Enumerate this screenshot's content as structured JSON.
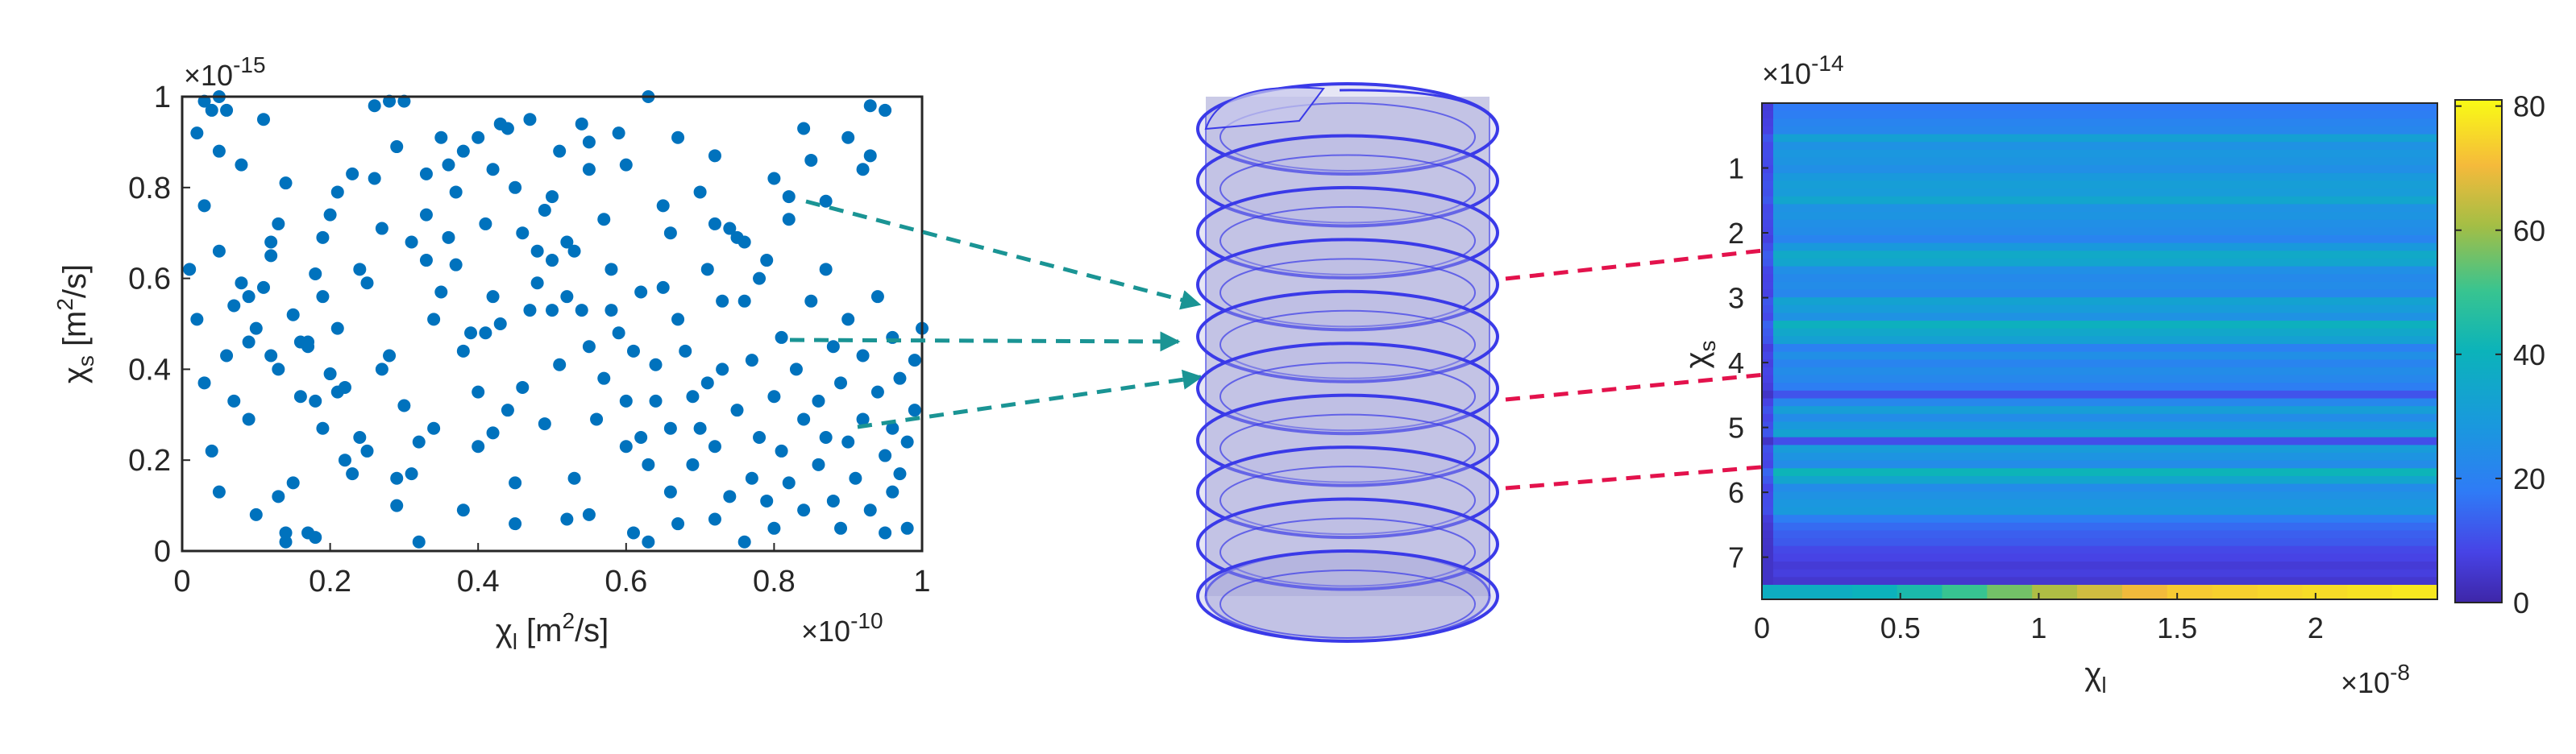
{
  "chart_data": [
    {
      "type": "scatter",
      "xlabel_symbol": "χ",
      "xlabel_sub": "l",
      "xlabel_unit_pre": " [m",
      "xlabel_unit_sup": "2",
      "xlabel_unit_post": "/s]",
      "ylabel_symbol": "χ",
      "ylabel_sub": "s",
      "ylabel_unit_pre": " [m",
      "ylabel_unit_sup": "2",
      "ylabel_unit_post": "/s]",
      "x_exponent_base": "×10",
      "x_exponent_power": "-10",
      "y_exponent_base": "×10",
      "y_exponent_power": "-15",
      "xlim": [
        0,
        1
      ],
      "ylim": [
        0,
        1
      ],
      "x_ticks": [
        "0",
        "0.2",
        "0.4",
        "0.6",
        "0.8",
        "1"
      ],
      "y_ticks": [
        "0",
        "0.2",
        "0.4",
        "0.6",
        "0.8",
        "1"
      ],
      "point_color": "#0072BD",
      "points": [
        [
          0.03,
          0.99
        ],
        [
          0.05,
          1.0
        ],
        [
          0.06,
          0.97
        ],
        [
          0.04,
          0.97
        ],
        [
          0.11,
          0.95
        ],
        [
          0.02,
          0.92
        ],
        [
          0.05,
          0.88
        ],
        [
          0.08,
          0.85
        ],
        [
          0.03,
          0.76
        ],
        [
          0.01,
          0.62
        ],
        [
          0.05,
          0.66
        ],
        [
          0.08,
          0.59
        ],
        [
          0.09,
          0.56
        ],
        [
          0.07,
          0.54
        ],
        [
          0.1,
          0.49
        ],
        [
          0.09,
          0.46
        ],
        [
          0.12,
          0.65
        ],
        [
          0.13,
          0.72
        ],
        [
          0.14,
          0.81
        ],
        [
          0.12,
          0.68
        ],
        [
          0.13,
          0.4
        ],
        [
          0.12,
          0.43
        ],
        [
          0.16,
          0.46
        ],
        [
          0.17,
          0.46
        ],
        [
          0.17,
          0.45
        ],
        [
          0.16,
          0.34
        ],
        [
          0.18,
          0.61
        ],
        [
          0.19,
          0.69
        ],
        [
          0.2,
          0.74
        ],
        [
          0.21,
          0.79
        ],
        [
          0.23,
          0.83
        ],
        [
          0.26,
          0.82
        ],
        [
          0.26,
          0.98
        ],
        [
          0.28,
          0.99
        ],
        [
          0.3,
          0.99
        ],
        [
          0.29,
          0.89
        ],
        [
          0.33,
          0.83
        ],
        [
          0.35,
          0.91
        ],
        [
          0.36,
          0.85
        ],
        [
          0.38,
          0.88
        ],
        [
          0.4,
          0.91
        ],
        [
          0.43,
          0.94
        ],
        [
          0.44,
          0.93
        ],
        [
          0.47,
          0.95
        ],
        [
          0.42,
          0.84
        ],
        [
          0.45,
          0.8
        ],
        [
          0.5,
          0.78
        ],
        [
          0.51,
          0.88
        ],
        [
          0.54,
          0.94
        ],
        [
          0.55,
          0.9
        ],
        [
          0.55,
          0.84
        ],
        [
          0.59,
          0.92
        ],
        [
          0.63,
          1.0
        ],
        [
          0.6,
          0.85
        ],
        [
          0.65,
          0.76
        ],
        [
          0.66,
          0.7
        ],
        [
          0.67,
          0.91
        ],
        [
          0.72,
          0.87
        ],
        [
          0.7,
          0.79
        ],
        [
          0.72,
          0.72
        ],
        [
          0.74,
          0.71
        ],
        [
          0.76,
          0.68
        ],
        [
          0.8,
          0.82
        ],
        [
          0.82,
          0.78
        ],
        [
          0.84,
          0.93
        ],
        [
          0.85,
          0.86
        ],
        [
          0.87,
          0.77
        ],
        [
          0.9,
          0.91
        ],
        [
          0.93,
          0.87
        ],
        [
          0.93,
          0.98
        ],
        [
          0.95,
          0.97
        ],
        [
          0.92,
          0.84
        ],
        [
          0.03,
          0.37
        ],
        [
          0.04,
          0.22
        ],
        [
          0.05,
          0.13
        ],
        [
          0.07,
          0.33
        ],
        [
          0.09,
          0.29
        ],
        [
          0.1,
          0.08
        ],
        [
          0.13,
          0.12
        ],
        [
          0.14,
          0.04
        ],
        [
          0.14,
          0.02
        ],
        [
          0.15,
          0.15
        ],
        [
          0.17,
          0.04
        ],
        [
          0.18,
          0.03
        ],
        [
          0.18,
          0.33
        ],
        [
          0.19,
          0.27
        ],
        [
          0.2,
          0.39
        ],
        [
          0.21,
          0.35
        ],
        [
          0.21,
          0.49
        ],
        [
          0.22,
          0.2
        ],
        [
          0.22,
          0.36
        ],
        [
          0.23,
          0.17
        ],
        [
          0.24,
          0.25
        ],
        [
          0.25,
          0.22
        ],
        [
          0.25,
          0.59
        ],
        [
          0.27,
          0.4
        ],
        [
          0.28,
          0.43
        ],
        [
          0.29,
          0.1
        ],
        [
          0.29,
          0.16
        ],
        [
          0.3,
          0.32
        ],
        [
          0.31,
          0.17
        ],
        [
          0.32,
          0.02
        ],
        [
          0.32,
          0.24
        ],
        [
          0.33,
          0.64
        ],
        [
          0.34,
          0.27
        ],
        [
          0.34,
          0.51
        ],
        [
          0.35,
          0.57
        ],
        [
          0.36,
          0.69
        ],
        [
          0.37,
          0.63
        ],
        [
          0.38,
          0.09
        ],
        [
          0.38,
          0.44
        ],
        [
          0.39,
          0.48
        ],
        [
          0.4,
          0.35
        ],
        [
          0.4,
          0.23
        ],
        [
          0.41,
          0.48
        ],
        [
          0.42,
          0.26
        ],
        [
          0.42,
          0.56
        ],
        [
          0.43,
          0.5
        ],
        [
          0.44,
          0.31
        ],
        [
          0.45,
          0.06
        ],
        [
          0.45,
          0.15
        ],
        [
          0.46,
          0.36
        ],
        [
          0.47,
          0.53
        ],
        [
          0.48,
          0.66
        ],
        [
          0.48,
          0.59
        ],
        [
          0.49,
          0.28
        ],
        [
          0.5,
          0.53
        ],
        [
          0.5,
          0.64
        ],
        [
          0.51,
          0.41
        ],
        [
          0.52,
          0.07
        ],
        [
          0.52,
          0.56
        ],
        [
          0.53,
          0.66
        ],
        [
          0.53,
          0.16
        ],
        [
          0.54,
          0.53
        ],
        [
          0.55,
          0.45
        ],
        [
          0.55,
          0.08
        ],
        [
          0.56,
          0.29
        ],
        [
          0.57,
          0.38
        ],
        [
          0.57,
          0.73
        ],
        [
          0.58,
          0.62
        ],
        [
          0.58,
          0.53
        ],
        [
          0.59,
          0.48
        ],
        [
          0.6,
          0.33
        ],
        [
          0.6,
          0.23
        ],
        [
          0.61,
          0.04
        ],
        [
          0.61,
          0.44
        ],
        [
          0.62,
          0.25
        ],
        [
          0.62,
          0.57
        ],
        [
          0.63,
          0.19
        ],
        [
          0.63,
          0.02
        ],
        [
          0.64,
          0.41
        ],
        [
          0.64,
          0.33
        ],
        [
          0.65,
          0.58
        ],
        [
          0.66,
          0.27
        ],
        [
          0.66,
          0.13
        ],
        [
          0.67,
          0.51
        ],
        [
          0.67,
          0.06
        ],
        [
          0.68,
          0.44
        ],
        [
          0.69,
          0.34
        ],
        [
          0.69,
          0.19
        ],
        [
          0.7,
          0.27
        ],
        [
          0.71,
          0.37
        ],
        [
          0.71,
          0.62
        ],
        [
          0.72,
          0.07
        ],
        [
          0.72,
          0.23
        ],
        [
          0.73,
          0.55
        ],
        [
          0.73,
          0.4
        ],
        [
          0.74,
          0.12
        ],
        [
          0.75,
          0.31
        ],
        [
          0.75,
          0.69
        ],
        [
          0.76,
          0.02
        ],
        [
          0.76,
          0.55
        ],
        [
          0.77,
          0.16
        ],
        [
          0.77,
          0.42
        ],
        [
          0.78,
          0.6
        ],
        [
          0.78,
          0.25
        ],
        [
          0.79,
          0.64
        ],
        [
          0.79,
          0.11
        ],
        [
          0.8,
          0.34
        ],
        [
          0.8,
          0.05
        ],
        [
          0.81,
          0.47
        ],
        [
          0.81,
          0.22
        ],
        [
          0.82,
          0.73
        ],
        [
          0.82,
          0.15
        ],
        [
          0.83,
          0.4
        ],
        [
          0.84,
          0.29
        ],
        [
          0.84,
          0.09
        ],
        [
          0.85,
          0.55
        ],
        [
          0.86,
          0.19
        ],
        [
          0.86,
          0.33
        ],
        [
          0.87,
          0.25
        ],
        [
          0.87,
          0.62
        ],
        [
          0.88,
          0.45
        ],
        [
          0.88,
          0.11
        ],
        [
          0.89,
          0.37
        ],
        [
          0.89,
          0.05
        ],
        [
          0.9,
          0.24
        ],
        [
          0.9,
          0.51
        ],
        [
          0.91,
          0.16
        ],
        [
          0.92,
          0.43
        ],
        [
          0.92,
          0.29
        ],
        [
          0.93,
          0.09
        ],
        [
          0.94,
          0.35
        ],
        [
          0.94,
          0.56
        ],
        [
          0.95,
          0.21
        ],
        [
          0.95,
          0.04
        ],
        [
          0.96,
          0.47
        ],
        [
          0.96,
          0.13
        ],
        [
          0.97,
          0.38
        ],
        [
          0.98,
          0.24
        ],
        [
          0.98,
          0.05
        ],
        [
          0.99,
          0.31
        ],
        [
          1.0,
          0.49
        ],
        [
          0.97,
          0.17
        ],
        [
          0.96,
          0.27
        ],
        [
          0.99,
          0.42
        ],
        [
          0.02,
          0.51
        ],
        [
          0.06,
          0.43
        ],
        [
          0.11,
          0.58
        ],
        [
          0.15,
          0.52
        ],
        [
          0.19,
          0.56
        ],
        [
          0.24,
          0.62
        ],
        [
          0.27,
          0.71
        ],
        [
          0.31,
          0.68
        ],
        [
          0.33,
          0.74
        ],
        [
          0.37,
          0.79
        ],
        [
          0.41,
          0.72
        ],
        [
          0.46,
          0.7
        ],
        [
          0.49,
          0.75
        ],
        [
          0.52,
          0.68
        ]
      ]
    },
    {
      "type": "heatmap",
      "xlabel_symbol": "χ",
      "xlabel_sub": "l",
      "ylabel_symbol": "χ",
      "ylabel_sub": "s",
      "x_exponent_base": "×10",
      "x_exponent_power": "-8",
      "y_exponent_base": "×10",
      "y_exponent_power": "-14",
      "xlim": [
        0,
        2.44
      ],
      "ylim": [
        0,
        7.65
      ],
      "x_ticks": [
        "0",
        "0.5",
        "1",
        "1.5",
        "2"
      ],
      "x_tick_values": [
        0,
        0.5,
        1,
        1.5,
        2
      ],
      "y_ticks": [
        "1",
        "2",
        "3",
        "4",
        "5",
        "6",
        "7"
      ],
      "y_tick_values": [
        1,
        2,
        3,
        4,
        5,
        6,
        7
      ],
      "colorbar_ticks": [
        "0",
        "20",
        "40",
        "60",
        "80"
      ],
      "colorbar_values": [
        0,
        20,
        40,
        60,
        80
      ],
      "colorbar_range": [
        0,
        81
      ],
      "row_values": [
        18,
        19,
        21,
        22,
        32,
        26,
        28,
        27,
        25,
        29,
        31,
        30,
        34,
        26,
        27,
        25,
        24,
        21,
        29,
        36,
        34,
        25,
        23,
        24,
        22,
        33,
        30,
        26,
        39,
        35,
        32,
        20,
        25,
        21,
        24,
        22,
        19,
        11,
        22,
        31,
        24,
        29,
        33,
        10,
        30,
        27,
        24,
        41,
        34,
        24,
        26,
        28,
        29,
        19,
        15,
        13,
        12,
        9,
        8,
        6,
        7,
        5
      ],
      "bottom_row_values": [
        38,
        38,
        40,
        44,
        50,
        56,
        62,
        66,
        70,
        73,
        74,
        75,
        76,
        77,
        78
      ]
    }
  ],
  "diagram": {
    "teal_arrow_color": "#1A9494",
    "red_arrow_color": "#E3124C",
    "helix_color": "#3A3AE8"
  }
}
